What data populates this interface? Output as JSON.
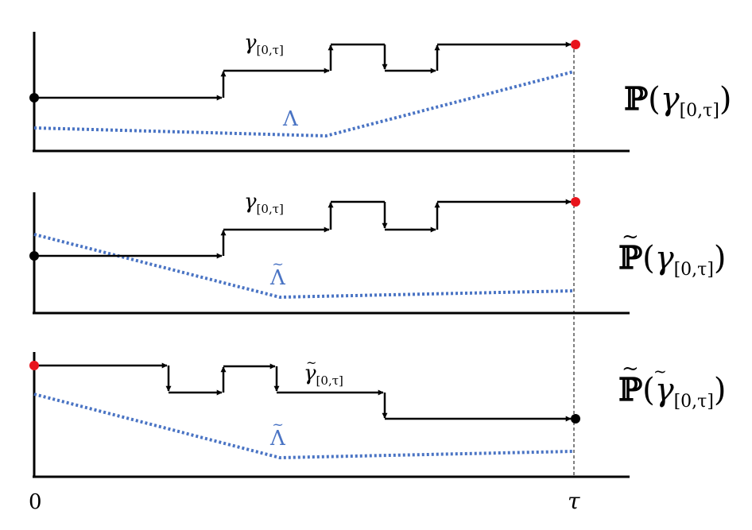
{
  "colors": {
    "path": "#000000",
    "intensity": "#4a74c4",
    "start_marker": "#000000",
    "end_marker": "#e8141c",
    "axis": "#000000",
    "guide": "#000000"
  },
  "axis": {
    "origin_label": "0",
    "tau_label": "τ"
  },
  "panels": [
    {
      "intensity_label": "Λ",
      "intensity_has_tilde": false,
      "path_label": "γ",
      "path_label_sub": "[0,τ]",
      "path_has_tilde": false,
      "measure_symbol": "ℙ",
      "measure_has_tilde": false,
      "measure_open": "(",
      "measure_arg": "γ",
      "measure_arg_has_tilde": false,
      "measure_sub": "[0,τ]",
      "measure_close": ")",
      "start_marker": "black",
      "end_marker": "red"
    },
    {
      "intensity_label": "Λ",
      "intensity_has_tilde": true,
      "path_label": "γ",
      "path_label_sub": "[0,τ]",
      "path_has_tilde": false,
      "measure_symbol": "ℙ",
      "measure_has_tilde": true,
      "measure_open": "(",
      "measure_arg": "γ",
      "measure_arg_has_tilde": false,
      "measure_sub": "[0,τ]",
      "measure_close": ")",
      "start_marker": "black",
      "end_marker": "red"
    },
    {
      "intensity_label": "Λ",
      "intensity_has_tilde": true,
      "path_label": "γ",
      "path_label_sub": "[0,τ]",
      "path_has_tilde": true,
      "measure_symbol": "ℙ",
      "measure_has_tilde": true,
      "measure_open": "(",
      "measure_arg": "γ",
      "measure_arg_has_tilde": true,
      "measure_sub": "[0,τ]",
      "measure_close": ")",
      "start_marker": "red",
      "end_marker": "black"
    }
  ]
}
